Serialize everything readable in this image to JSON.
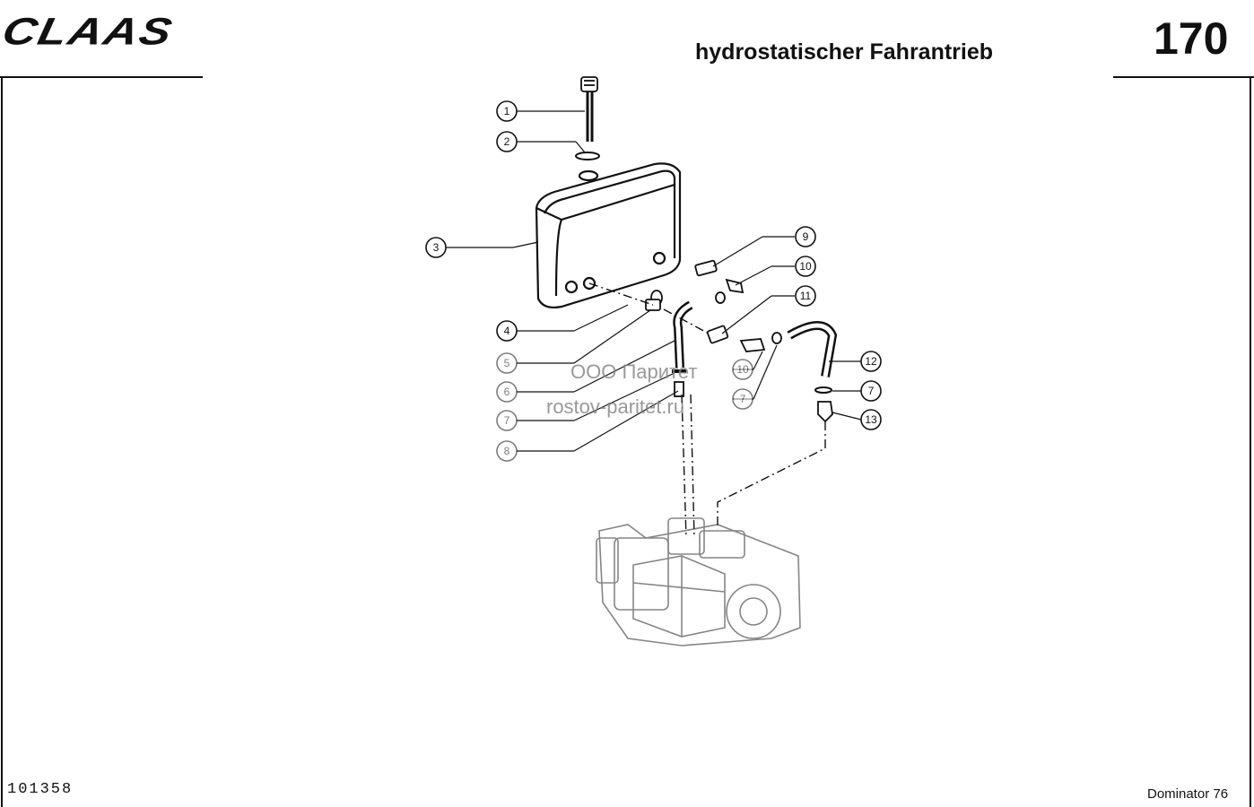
{
  "header": {
    "brand": "CLAAS",
    "title": "hydrostatischer Fahrantrieb",
    "page_number": "170"
  },
  "footer": {
    "document_number": "101358",
    "model": "Dominator 76"
  },
  "watermark": {
    "line1": "ООО Паритет",
    "line2": "rostov-paritet.ru"
  },
  "callouts": [
    "1",
    "2",
    "3",
    "4",
    "5",
    "6",
    "7",
    "8",
    "9",
    "10",
    "11",
    "10",
    "7",
    "12",
    "7",
    "13"
  ]
}
